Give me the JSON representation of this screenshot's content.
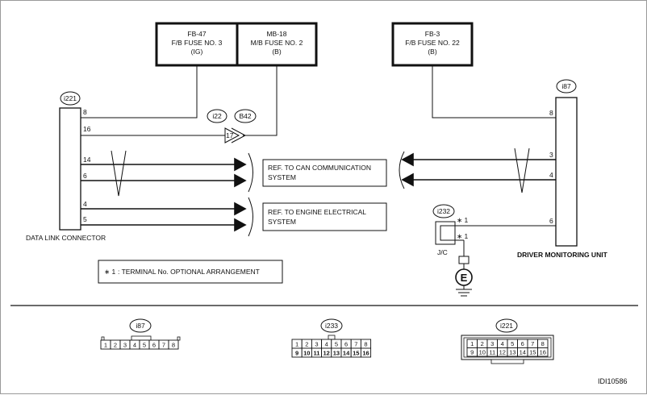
{
  "fuses": {
    "fb47": {
      "code": "FB-47",
      "name": "F/B FUSE NO. 3",
      "state": "(IG)"
    },
    "mb18": {
      "code": "MB-18",
      "name": "M/B FUSE NO. 2",
      "state": "(B)"
    },
    "fb3": {
      "code": "FB-3",
      "name": "F/B FUSE NO. 22",
      "state": "(B)"
    }
  },
  "connectors": {
    "i221": "i221",
    "i22": "i22",
    "b42": "B42",
    "i87": "i87",
    "i232": "i232",
    "i233": "i233"
  },
  "data_link": {
    "label": "DATA LINK CONNECTOR",
    "pins": {
      "p8": "8",
      "p16": "16",
      "p14": "14",
      "p6": "6",
      "p4": "4",
      "p5": "5"
    }
  },
  "junction_pin": "17",
  "dmu": {
    "label": "DRIVER MONITORING UNIT",
    "pins": {
      "p8": "8",
      "p3": "3",
      "p4": "4",
      "p6": "6"
    }
  },
  "refs": {
    "can": {
      "line1": "REF. TO CAN COMMUNICATION",
      "line2": "SYSTEM"
    },
    "engine": {
      "line1": "REF. TO ENGINE ELECTRICAL",
      "line2": "SYSTEM"
    }
  },
  "jc": {
    "label": "J/C",
    "mark1": "∗ 1",
    "mark2": "∗ 1",
    "ground": "E"
  },
  "note": {
    "star": "∗ 1",
    "text": ": TERMINAL No. OPTIONAL ARRANGEMENT"
  },
  "pinouts": {
    "i87": [
      "1",
      "2",
      "3",
      "4",
      "5",
      "6",
      "7",
      "8"
    ],
    "i233_top": [
      "1",
      "2",
      "3",
      "4",
      "5",
      "6",
      "7",
      "8"
    ],
    "i233_bottom": [
      "9",
      "10",
      "11",
      "12",
      "13",
      "14",
      "15",
      "16"
    ],
    "i221_top": [
      "1",
      "2",
      "3",
      "4",
      "5",
      "6",
      "7",
      "8"
    ],
    "i221_bottom": [
      "9",
      "10",
      "11",
      "12",
      "13",
      "14",
      "15",
      "16"
    ]
  },
  "figure_id": "IDI10586"
}
